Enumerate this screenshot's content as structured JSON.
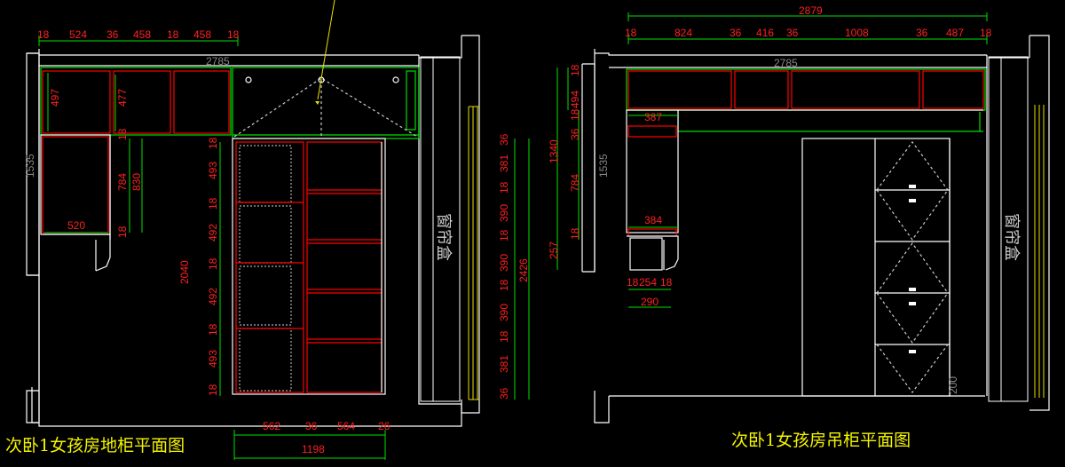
{
  "captions": {
    "left": "次卧1女孩房地柜平面图",
    "right": "次卧1女孩房吊柜平面图"
  },
  "window_box_label": "窗帘盒",
  "colors": {
    "background": "#000000",
    "wall": "#ffffff",
    "cabinet": "#ff0000",
    "dimension_red": "#ff2020",
    "dimension_green": "#00e000",
    "caption": "#f4f400",
    "gray_text": "#a0a0a0"
  },
  "left_plan": {
    "top_dims": [
      "18",
      "524",
      "36",
      "458",
      "18",
      "458",
      "18"
    ],
    "overall_gray": "2785",
    "upper_left_dim": "497",
    "upper_mid_dim": "477",
    "side_gray": "1535",
    "dims_784": "784",
    "dims_830": "830",
    "dim_520": "520",
    "dim_18_a": "18",
    "dim_18_b": "18",
    "vertical_stack": [
      "18",
      "493",
      "18",
      "492",
      "18",
      "492",
      "18",
      "493",
      "18"
    ],
    "total_2040": "2040",
    "bottom_dims": [
      "562",
      "36",
      "564",
      "26"
    ],
    "bottom_total": "1198",
    "right_stack": [
      "36",
      "381",
      "18",
      "390",
      "18",
      "390",
      "18",
      "390",
      "18",
      "381",
      "36"
    ],
    "right_total": "2426"
  },
  "right_plan": {
    "overall": "2879",
    "top_dims": [
      "18",
      "824",
      "36",
      "416",
      "36",
      "1008",
      "36",
      "487",
      "18"
    ],
    "overall_gray": "2785",
    "left_stack": [
      "18",
      "494",
      "18"
    ],
    "total_1340": "1340",
    "dims": [
      "36",
      "784",
      "18",
      "257"
    ],
    "dim_387": "387",
    "dim_384": "384",
    "side_gray": "1535",
    "bottom_dims": [
      "18",
      "254",
      "18"
    ],
    "bottom_total": "290",
    "gray_bottom": "200"
  }
}
